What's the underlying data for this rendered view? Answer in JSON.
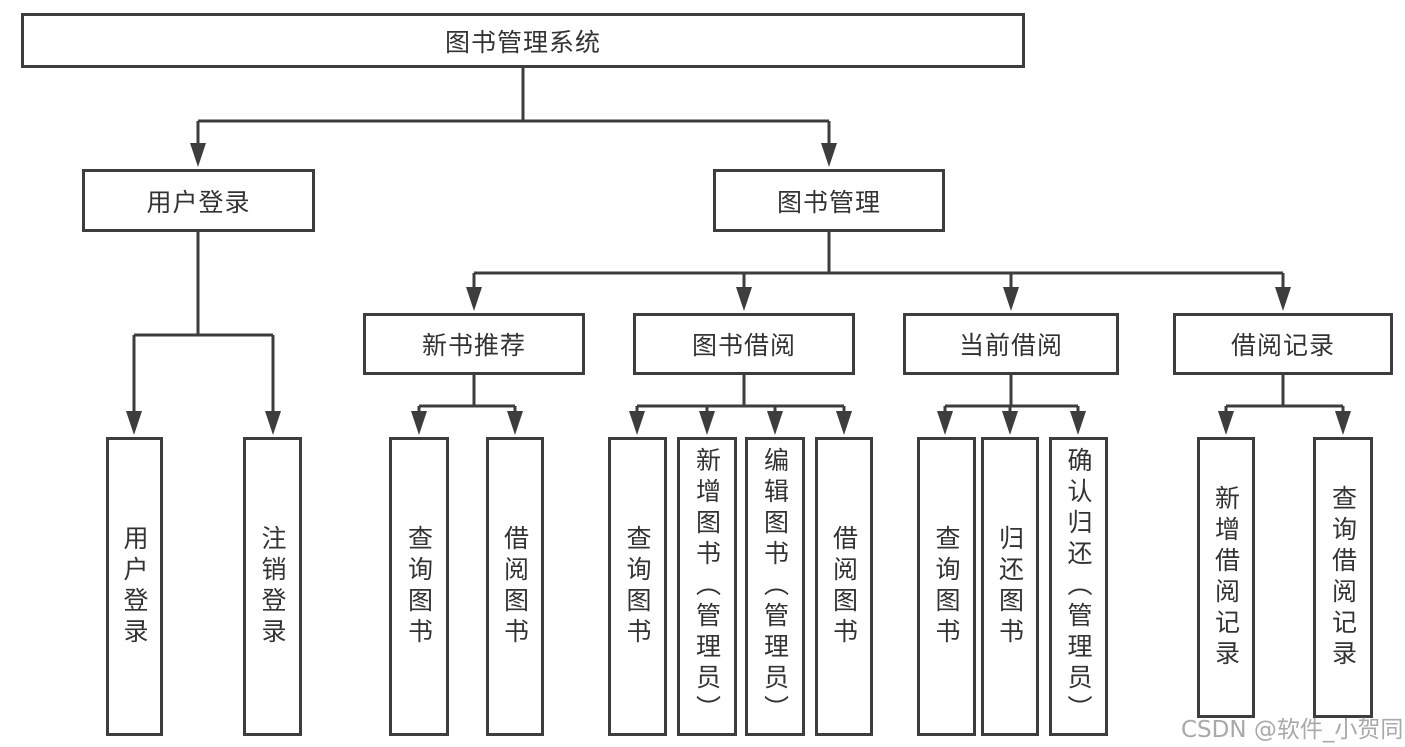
{
  "diagram": {
    "root": {
      "label": "图书管理系统"
    },
    "level2": [
      {
        "label": "用户登录"
      },
      {
        "label": "图书管理"
      }
    ],
    "level3": [
      {
        "label": "新书推荐",
        "parent": "图书管理"
      },
      {
        "label": "图书借阅",
        "parent": "图书管理"
      },
      {
        "label": "当前借阅",
        "parent": "图书管理"
      },
      {
        "label": "借阅记录",
        "parent": "图书管理"
      }
    ],
    "leaves": [
      {
        "label": "用户登录",
        "parent": "用户登录"
      },
      {
        "label": "注销登录",
        "parent": "用户登录"
      },
      {
        "label": "查询图书",
        "parent": "新书推荐"
      },
      {
        "label": "借阅图书",
        "parent": "新书推荐"
      },
      {
        "label": "查询图书",
        "parent": "图书借阅"
      },
      {
        "label": "新增图书（管理员）",
        "parent": "图书借阅"
      },
      {
        "label": "编辑图书（管理员）",
        "parent": "图书借阅"
      },
      {
        "label": "借阅图书",
        "parent": "图书借阅"
      },
      {
        "label": "查询图书",
        "parent": "当前借阅"
      },
      {
        "label": "归还图书",
        "parent": "当前借阅"
      },
      {
        "label": "确认归还（管理员）",
        "parent": "当前借阅"
      },
      {
        "label": "新增借阅记录",
        "parent": "借阅记录"
      },
      {
        "label": "查询借阅记录",
        "parent": "借阅记录"
      }
    ]
  },
  "watermark": {
    "text": "CSDN @软件_小贺同学"
  },
  "colors": {
    "line": "#3d3d3d",
    "box_border": "#3d3d3d",
    "text": "#333333",
    "watermark": "#a9a9a9",
    "background": "#ffffff"
  }
}
